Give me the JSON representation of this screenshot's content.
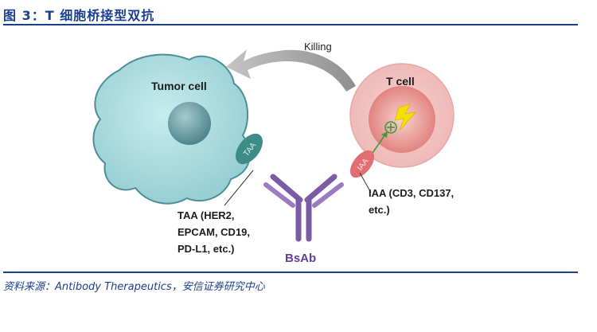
{
  "figure": {
    "title": "图 3：T 细胞桥接型双抗",
    "source": "资料来源：Antibody Therapeutics，安信证券研究中心"
  },
  "diagram": {
    "arrow_label": "Killing",
    "tumor_label": "Tumor cell",
    "tcell_label": "T cell",
    "taa_tag": "TAA",
    "iaa_tag": "IAA",
    "taa_caption": [
      "TAA (HER2,",
      "EPCAM, CD19,",
      "PD-L1, etc.)"
    ],
    "iaa_caption": [
      "IAA (CD3, CD137,",
      "etc.)"
    ],
    "bsab_label": "BsAb"
  },
  "colors": {
    "brand_blue": "#1b3f8f",
    "tumor_fill": "#a9dce0",
    "nucleus": "#6b9ea6",
    "tcell_outer": "#f2c4c2",
    "tcell_inner": "#e58a86",
    "antibody": "#7b5aa6",
    "taa_tag": "#3e8c88",
    "iaa_tag": "#e06e72"
  }
}
